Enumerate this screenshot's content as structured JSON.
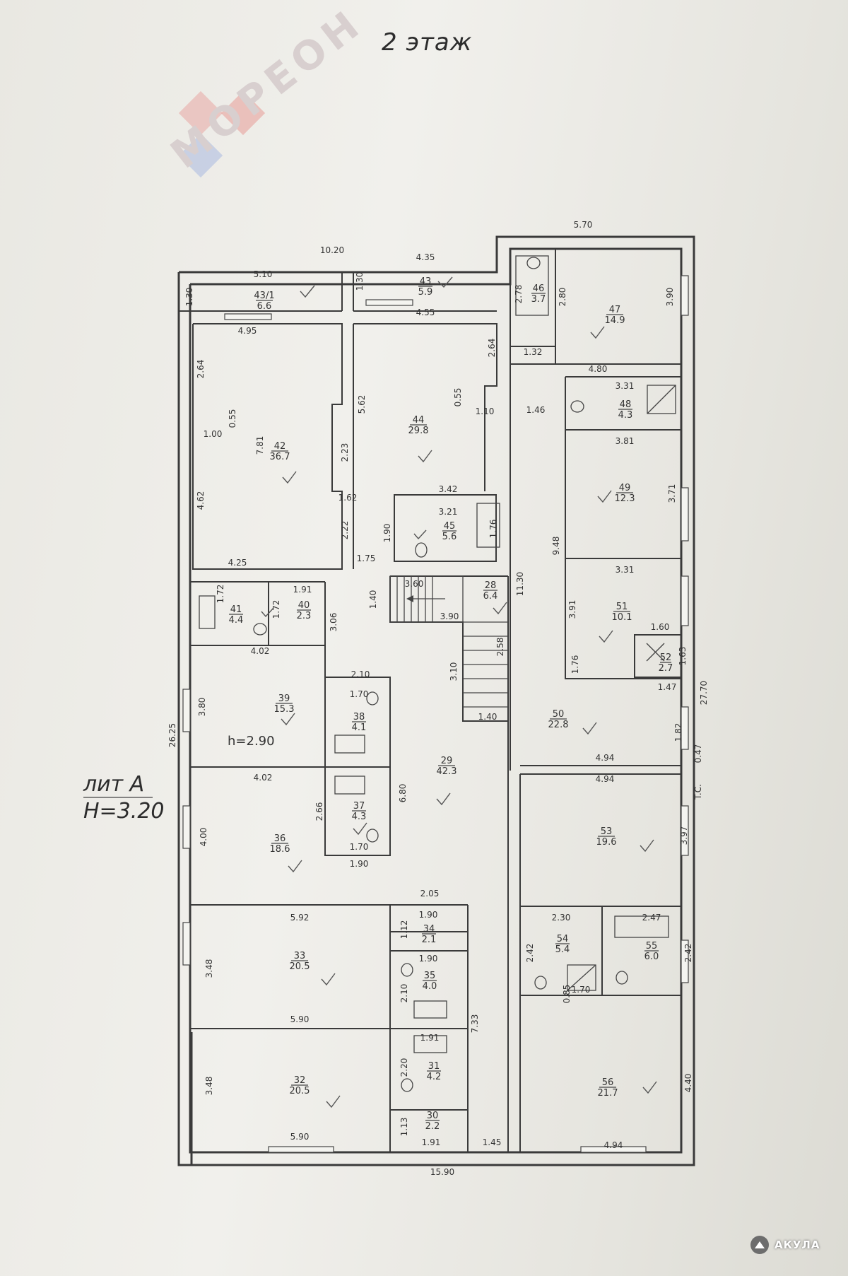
{
  "floor_title": "2 этаж",
  "lit": "лит А",
  "building_height": "H=3.20",
  "inner_height": "h=2.90",
  "watermark": {
    "text": "МОРЕОН",
    "logo_colors": [
      "#e8a7a4",
      "#a9b9e0",
      "#e89b96"
    ]
  },
  "corner_badge": {
    "text": "АКУЛА"
  },
  "rooms": [
    {
      "num": "43/1",
      "area": "6.6"
    },
    {
      "num": "43",
      "area": "5.9"
    },
    {
      "num": "46",
      "area": "3.7"
    },
    {
      "num": "47",
      "area": "14.9"
    },
    {
      "num": "48",
      "area": "4.3"
    },
    {
      "num": "42",
      "area": "36.7"
    },
    {
      "num": "44",
      "area": "29.8"
    },
    {
      "num": "45",
      "area": "5.6"
    },
    {
      "num": "49",
      "area": "12.3"
    },
    {
      "num": "28",
      "area": "6.4"
    },
    {
      "num": "41",
      "area": "4.4"
    },
    {
      "num": "40",
      "area": "2.3"
    },
    {
      "num": "51",
      "area": "10.1"
    },
    {
      "num": "52",
      "area": "2.7"
    },
    {
      "num": "39",
      "area": "15.3"
    },
    {
      "num": "38",
      "area": "4.1"
    },
    {
      "num": "50",
      "area": "22.8"
    },
    {
      "num": "29",
      "area": "42.3"
    },
    {
      "num": "37",
      "area": "4.3"
    },
    {
      "num": "36",
      "area": "18.6"
    },
    {
      "num": "53",
      "area": "19.6"
    },
    {
      "num": "34",
      "area": "2.1"
    },
    {
      "num": "54",
      "area": "5.4"
    },
    {
      "num": "55",
      "area": "6.0"
    },
    {
      "num": "33",
      "area": "20.5"
    },
    {
      "num": "35",
      "area": "4.0"
    },
    {
      "num": "31",
      "area": "4.2"
    },
    {
      "num": "32",
      "area": "20.5"
    },
    {
      "num": "56",
      "area": "21.7"
    },
    {
      "num": "30",
      "area": "2.2"
    }
  ],
  "dimensions": [
    "5.70",
    "10.20",
    "5.10",
    "4.35",
    "1.30",
    "1.30",
    "4.95",
    "4.55",
    "2.78",
    "2.80",
    "3.90",
    "1.32",
    "4.80",
    "2.64",
    "2.64",
    "0.55",
    "0.55",
    "5.62",
    "1.00",
    "7.81",
    "2.23",
    "1.10",
    "1.46",
    "3.31",
    "3.81",
    "3.71",
    "4.62",
    "1.62",
    "2.22",
    "3.42",
    "3.21",
    "1.90",
    "1.76",
    "9.48",
    "11.30",
    "4.25",
    "1.75",
    "1.91",
    "1.40",
    "3.60",
    "3.90",
    "2.58",
    "3.31",
    "1.72",
    "1.72",
    "3.91",
    "1.60",
    "1.76",
    "1.63",
    "1.47",
    "3.06",
    "4.02",
    "3.10",
    "2.10",
    "1.70",
    "1.40",
    "3.80",
    "26.25",
    "27.70",
    "1.82",
    "0.47",
    "T.C.",
    "4.94",
    "4.02",
    "4.94",
    "2.66",
    "6.80",
    "4.00",
    "1.70",
    "1.90",
    "3.97",
    "5.92",
    "2.05",
    "1.90",
    "2.30",
    "2.47",
    "1.12",
    "1.90",
    "2.42",
    "2.42",
    "3.48",
    "2.10",
    "0.85",
    "1.70",
    "7.33",
    "5.90",
    "1.91",
    "3.48",
    "2.20",
    "4.40",
    "1.13",
    "5.90",
    "1.91",
    "1.45",
    "4.94",
    "15.90"
  ]
}
